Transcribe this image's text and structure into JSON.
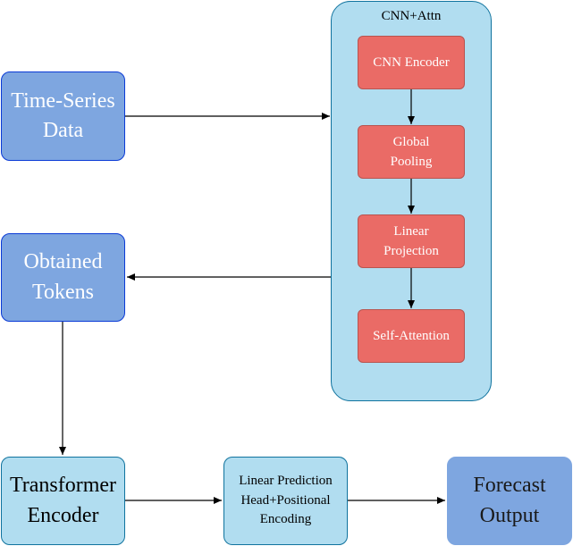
{
  "group": {
    "title": "CNN+Attn"
  },
  "nodes": {
    "time_series": "Time-Series Data",
    "obtained_tokens": "Obtained Tokens",
    "transformer_encoder": "Transformer Encoder",
    "linear_prediction": "Linear Prediction Head+Positional Encoding",
    "forecast_output": "Forecast Output",
    "cnn_encoder": "CNN Encoder",
    "global_pooling": "Global Pooling",
    "linear_projection": "Linear Projection",
    "self_attention": "Self-Attention"
  },
  "colors": {
    "blue_fill": "#7ea6e0",
    "light_fill": "#b1ddf0",
    "red_fill": "#ea6b66",
    "edge": "#000000"
  }
}
